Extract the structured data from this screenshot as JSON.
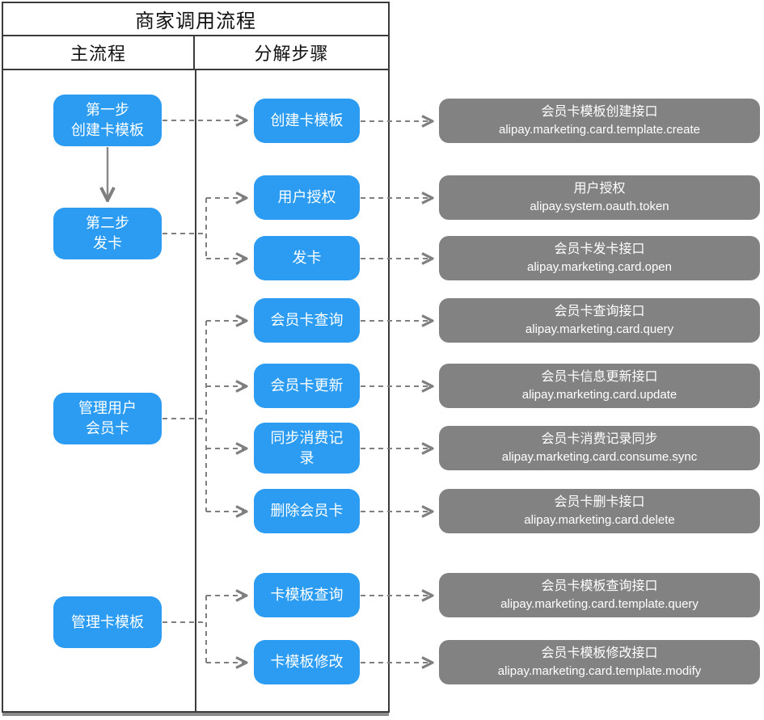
{
  "header": {
    "title": "商家调用流程",
    "columns": [
      "主流程",
      "分解步骤"
    ]
  },
  "colors": {
    "accent_blue": "#2b9cf2",
    "box_gray": "#828282",
    "connector_gray": "#7f7f7f",
    "frame_border": "#3b3b3b"
  },
  "main_steps": [
    {
      "label": "第一步\n创建卡模板"
    },
    {
      "label": "第二步\n发卡"
    },
    {
      "label": "管理用户\n会员卡"
    },
    {
      "label": "管理卡模板"
    }
  ],
  "sub_steps": [
    {
      "label": "创建卡模板"
    },
    {
      "label": "用户授权"
    },
    {
      "label": "发卡"
    },
    {
      "label": "会员卡查询"
    },
    {
      "label": "会员卡更新"
    },
    {
      "label": "同步消费记录"
    },
    {
      "label": "删除会员卡"
    },
    {
      "label": "卡模板查询"
    },
    {
      "label": "卡模板修改"
    }
  ],
  "apis": [
    {
      "title": "会员卡模板创建接口",
      "code": "alipay.marketing.card.template.create"
    },
    {
      "title": "用户授权",
      "code": "alipay.system.oauth.token"
    },
    {
      "title": "会员卡发卡接口",
      "code": "alipay.marketing.card.open"
    },
    {
      "title": "会员卡查询接口",
      "code": "alipay.marketing.card.query"
    },
    {
      "title": "会员卡信息更新接口",
      "code": "alipay.marketing.card.update"
    },
    {
      "title": "会员卡消费记录同步",
      "code": "alipay.marketing.card.consume.sync"
    },
    {
      "title": "会员卡删卡接口",
      "code": "alipay.marketing.card.delete"
    },
    {
      "title": "会员卡模板查询接口",
      "code": "alipay.marketing.card.template.query"
    },
    {
      "title": "会员卡模板修改接口",
      "code": "alipay.marketing.card.template.modify"
    }
  ]
}
